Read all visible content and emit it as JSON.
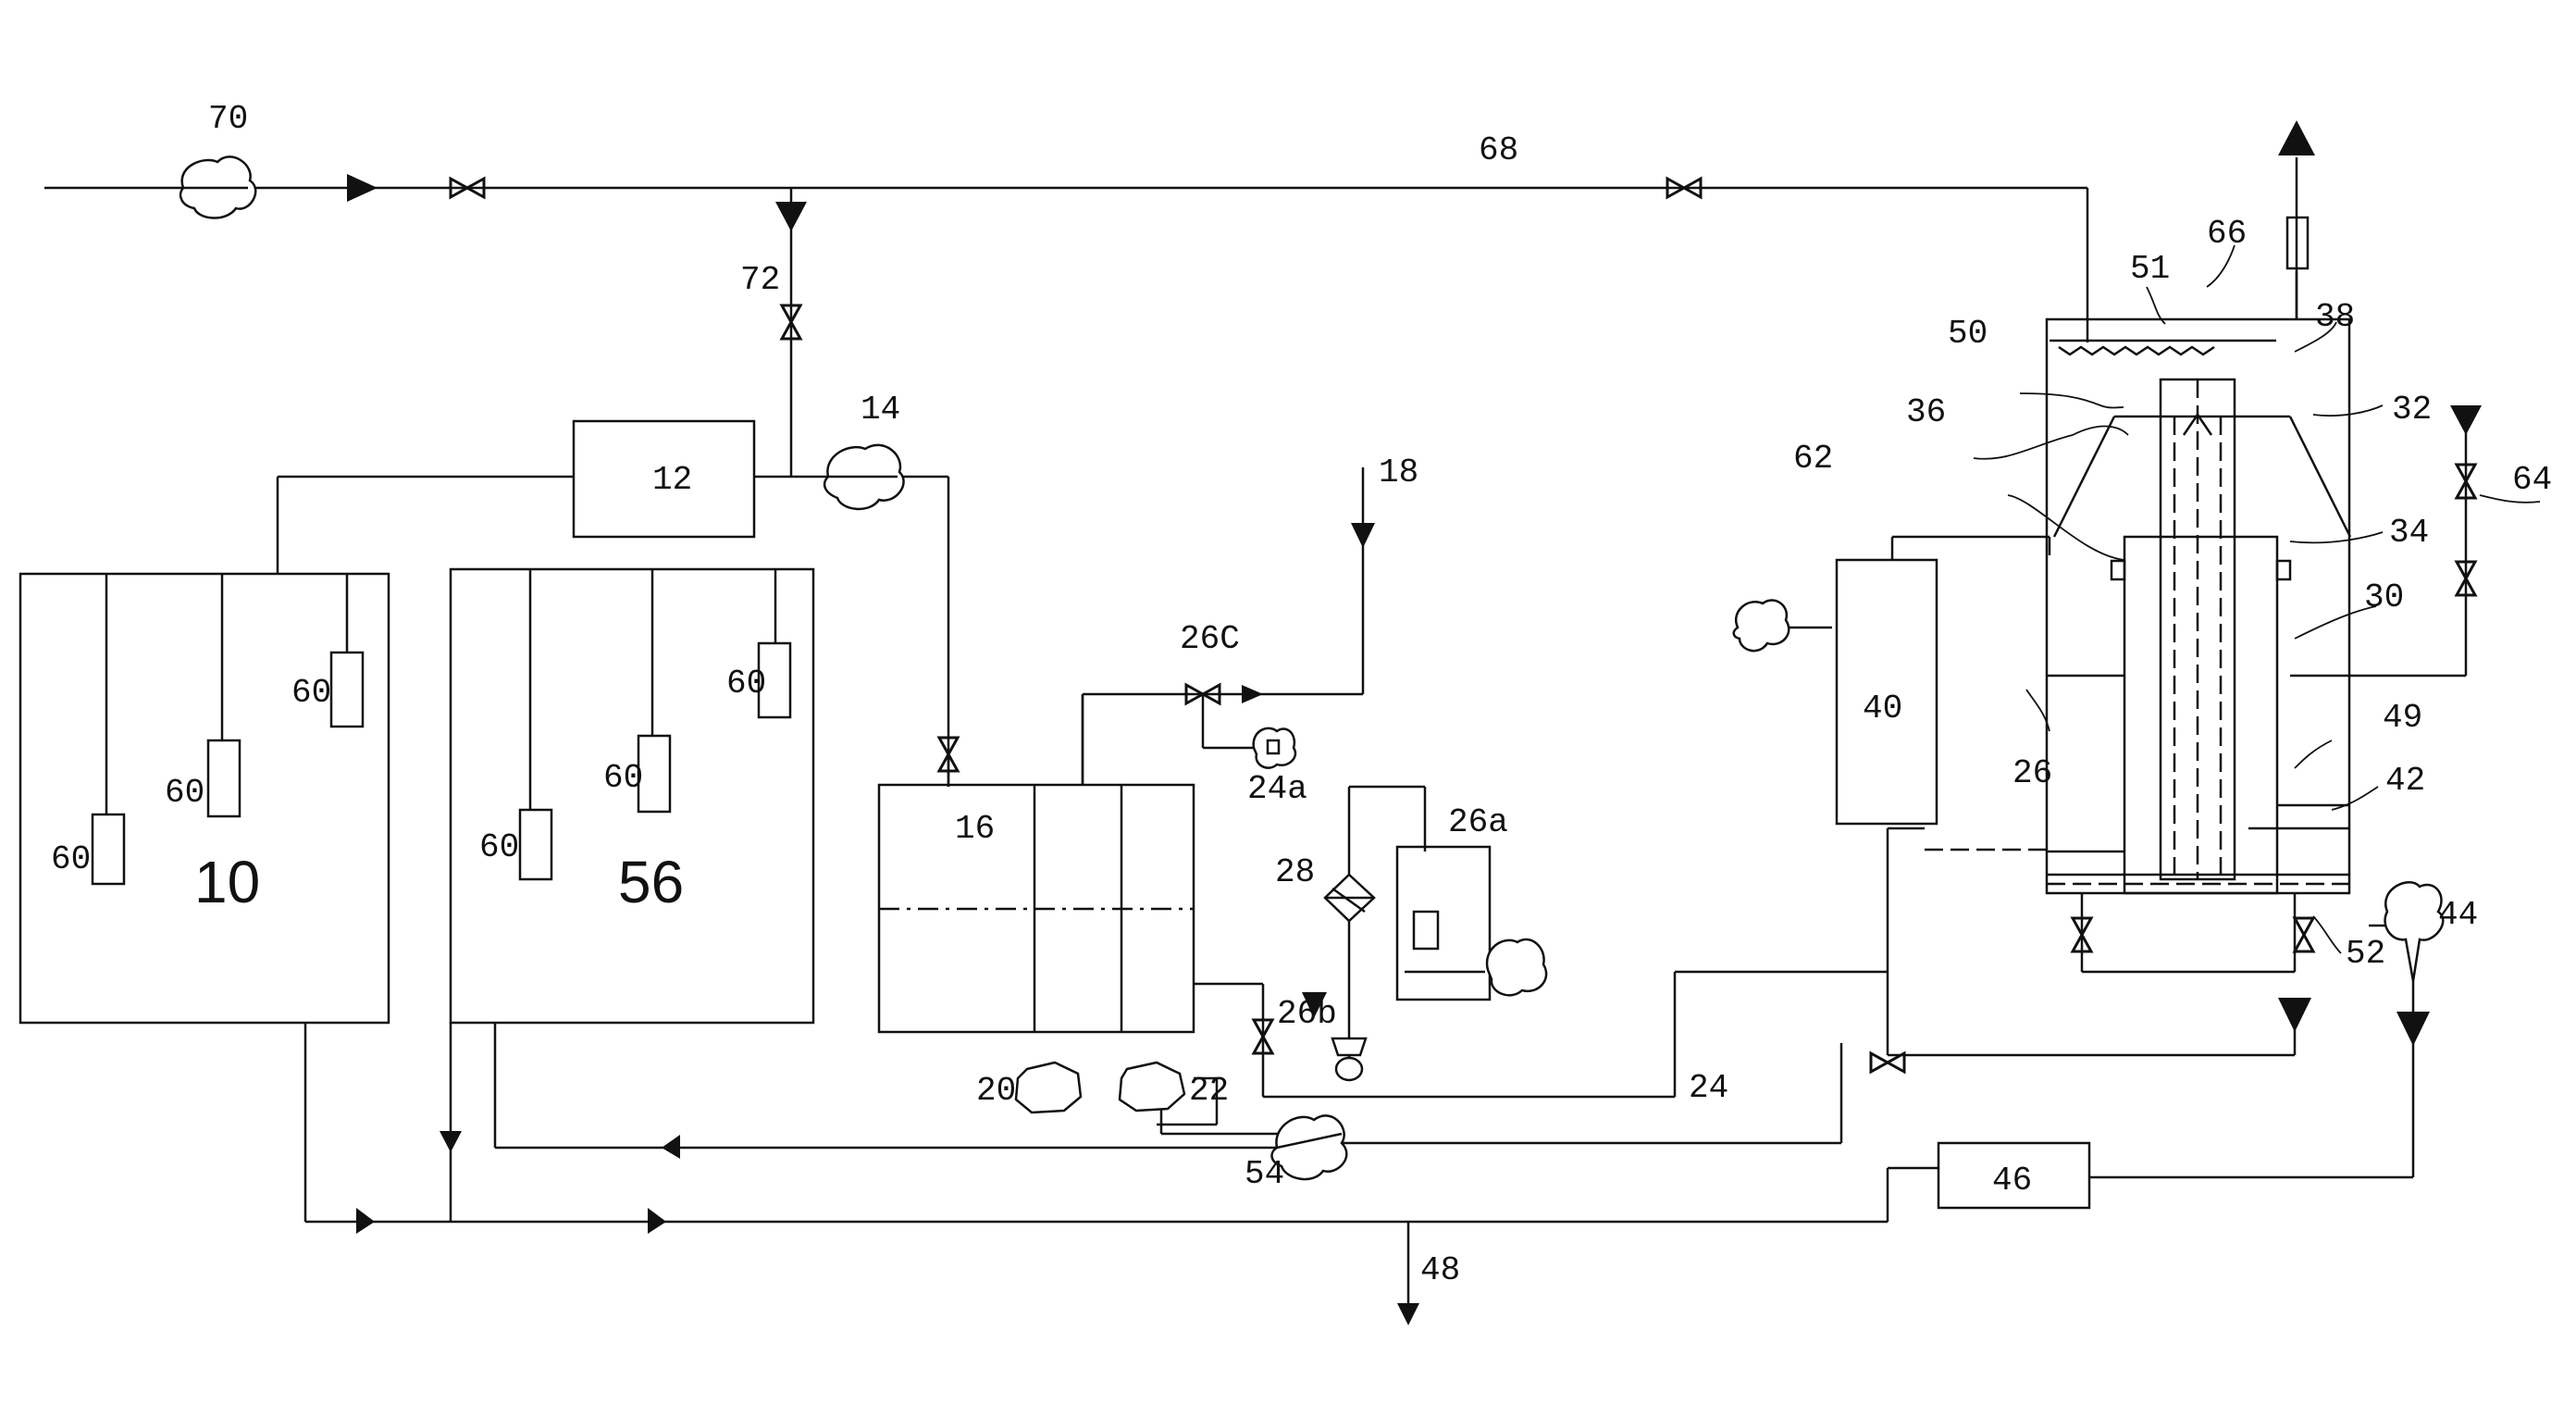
{
  "labels": {
    "l70": "70",
    "l68": "68",
    "l72": "72",
    "l14": "14",
    "l12": "12",
    "l18": "18",
    "l10": "10",
    "l56": "56",
    "l60": "60",
    "l16": "16",
    "l26c": "26C",
    "l24a": "24a",
    "l26a": "26a",
    "l28": "28",
    "l26b": "26b",
    "l20": "20",
    "l22": "22",
    "l24": "24",
    "l54": "54",
    "l48": "48",
    "l46": "46",
    "l40": "40",
    "l26": "26",
    "l62": "62",
    "l36": "36",
    "l50": "50",
    "l51": "51",
    "l66": "66",
    "l38": "38",
    "l32": "32",
    "l64": "64",
    "l34": "34",
    "l30": "30",
    "l49": "49",
    "l42": "42",
    "l44": "44",
    "l52": "52"
  }
}
